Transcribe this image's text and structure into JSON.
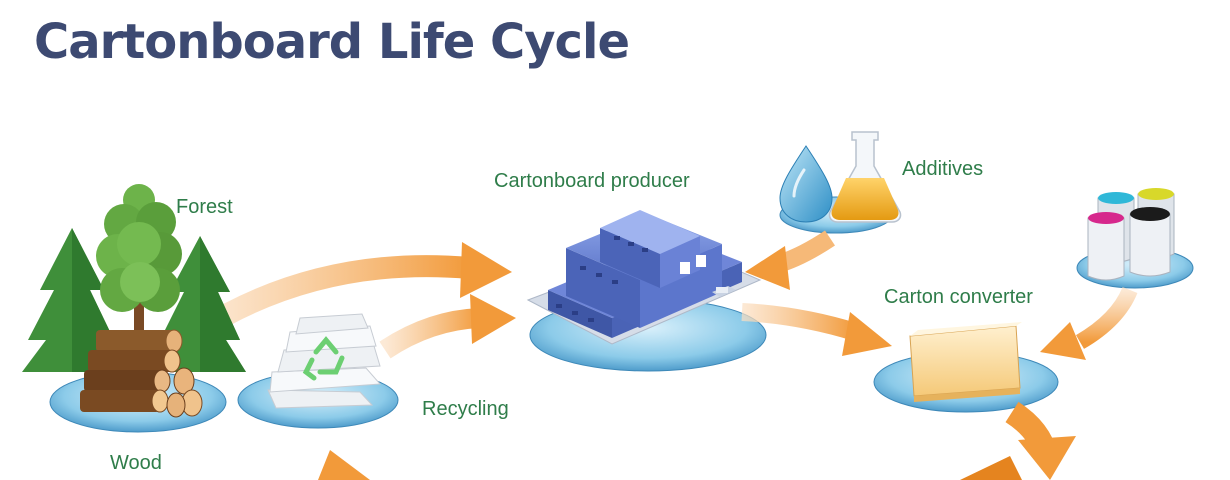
{
  "title": "Cartonboard Life Cycle",
  "labels": {
    "forest": "Forest",
    "wood": "Wood",
    "recycling": "Recycling",
    "producer": "Cartonboard producer",
    "additives": "Additives",
    "converter": "Carton converter"
  },
  "colors": {
    "title": "#3d4a72",
    "label": "#2f7d4a",
    "arrow": "#f29a3a",
    "disc": "#5aaed6",
    "factory": "#5b74c8"
  },
  "icons": [
    "tree-icon",
    "log-pile-icon",
    "recycle-icon",
    "factory-icon",
    "water-drop-icon",
    "flask-icon",
    "ink-cans-icon",
    "carton-stack-icon"
  ]
}
